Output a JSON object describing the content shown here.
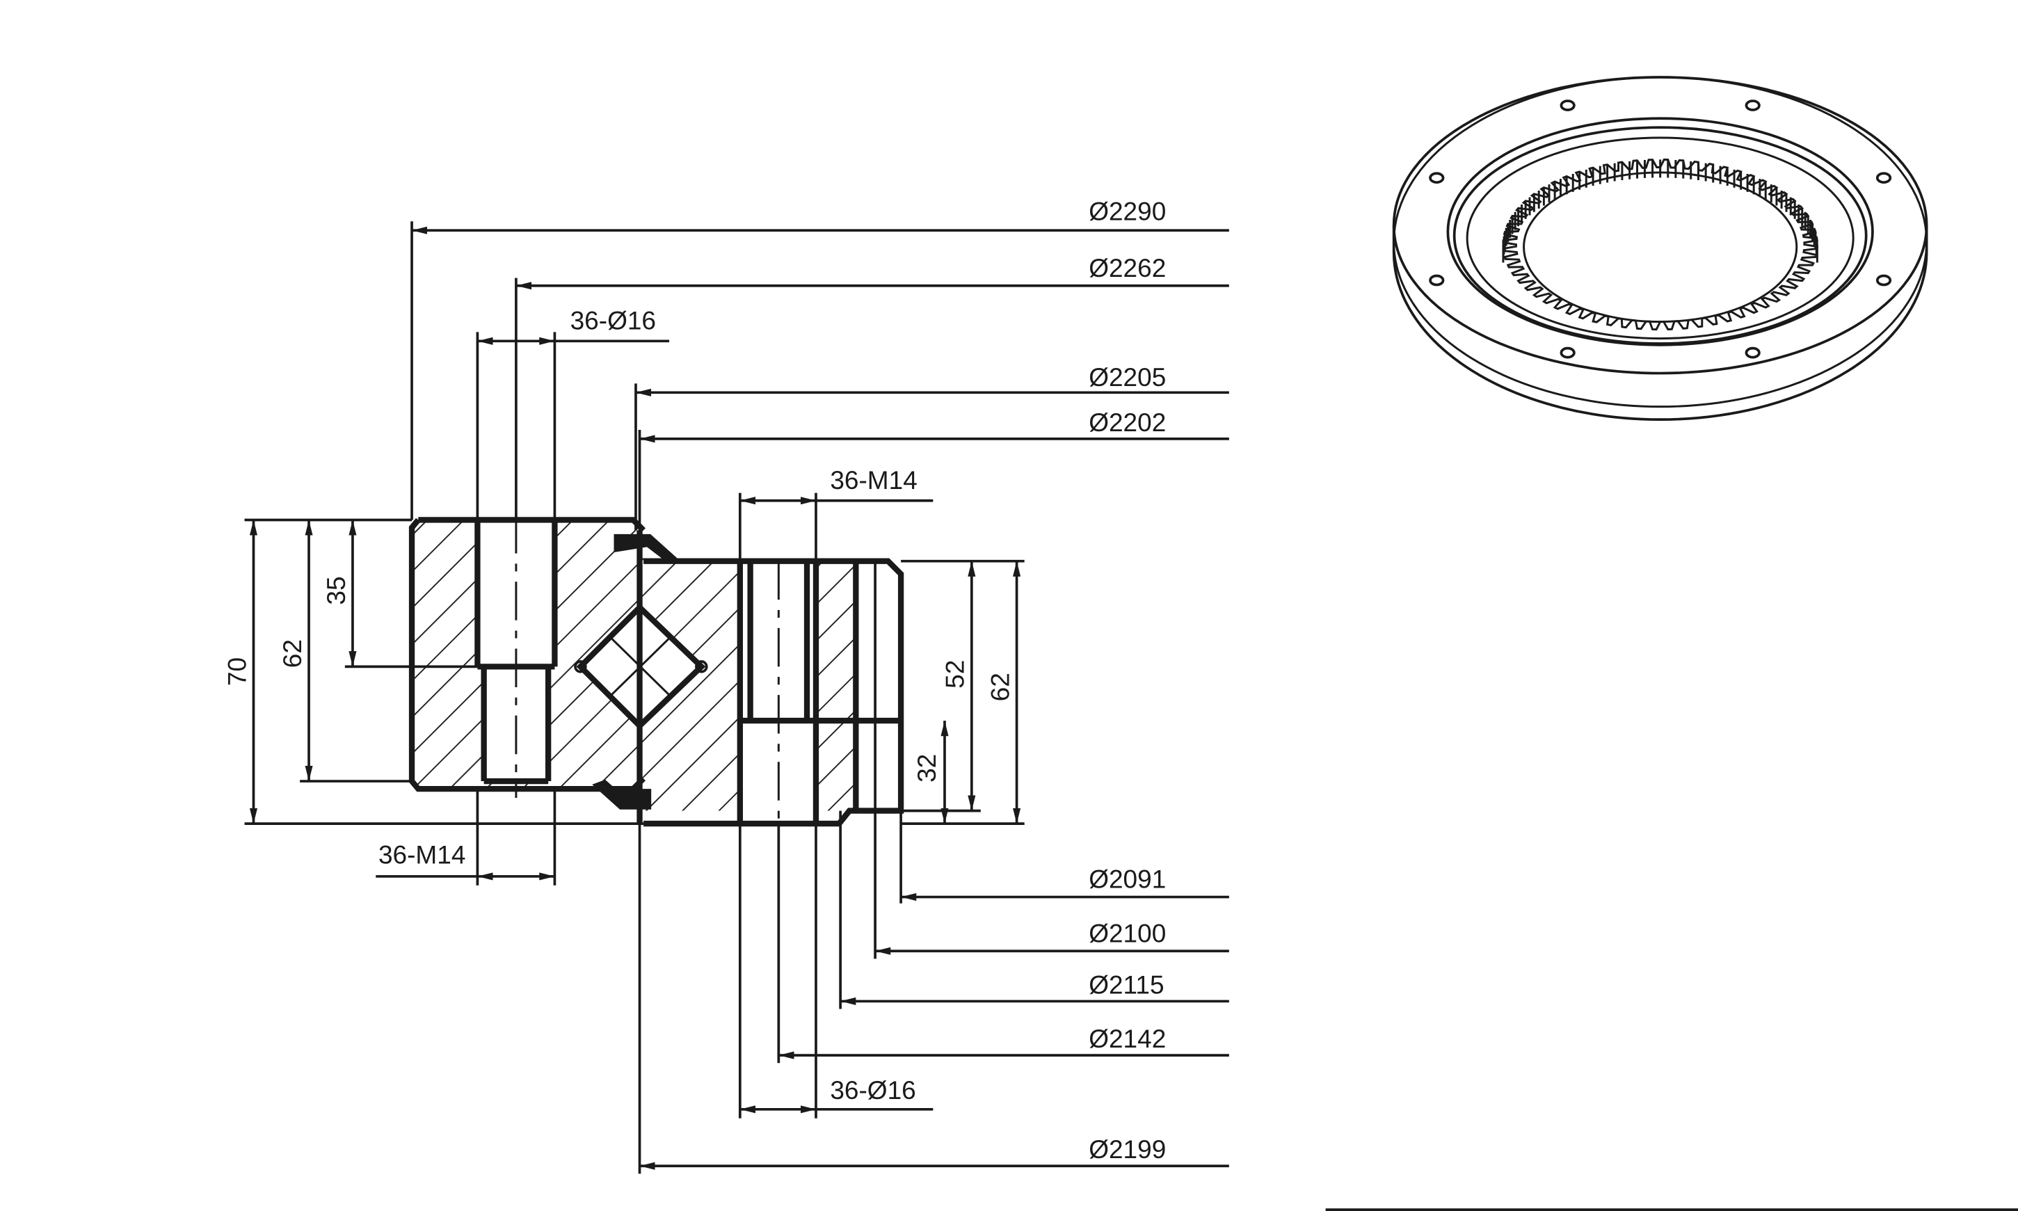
{
  "dimensions": {
    "d2290": "Ø2290",
    "d2262": "Ø2262",
    "holes_top": "36-Ø16",
    "d2205": "Ø2205",
    "d2202": "Ø2202",
    "thread_right": "36-M14",
    "h70": "70",
    "h62_left": "62",
    "h35": "35",
    "h52": "52",
    "h62_right": "62",
    "h32": "32",
    "thread_left": "36-M14",
    "d2091": "Ø2091",
    "d2100": "Ø2100",
    "d2115": "Ø2115",
    "d2142": "Ø2142",
    "holes_bottom": "36-Ø16",
    "d2199": "Ø2199"
  },
  "colors": {
    "line": "#1a1a1a",
    "background": "#ffffff"
  },
  "iso": {
    "outer_holes": 8,
    "teeth": 64
  }
}
